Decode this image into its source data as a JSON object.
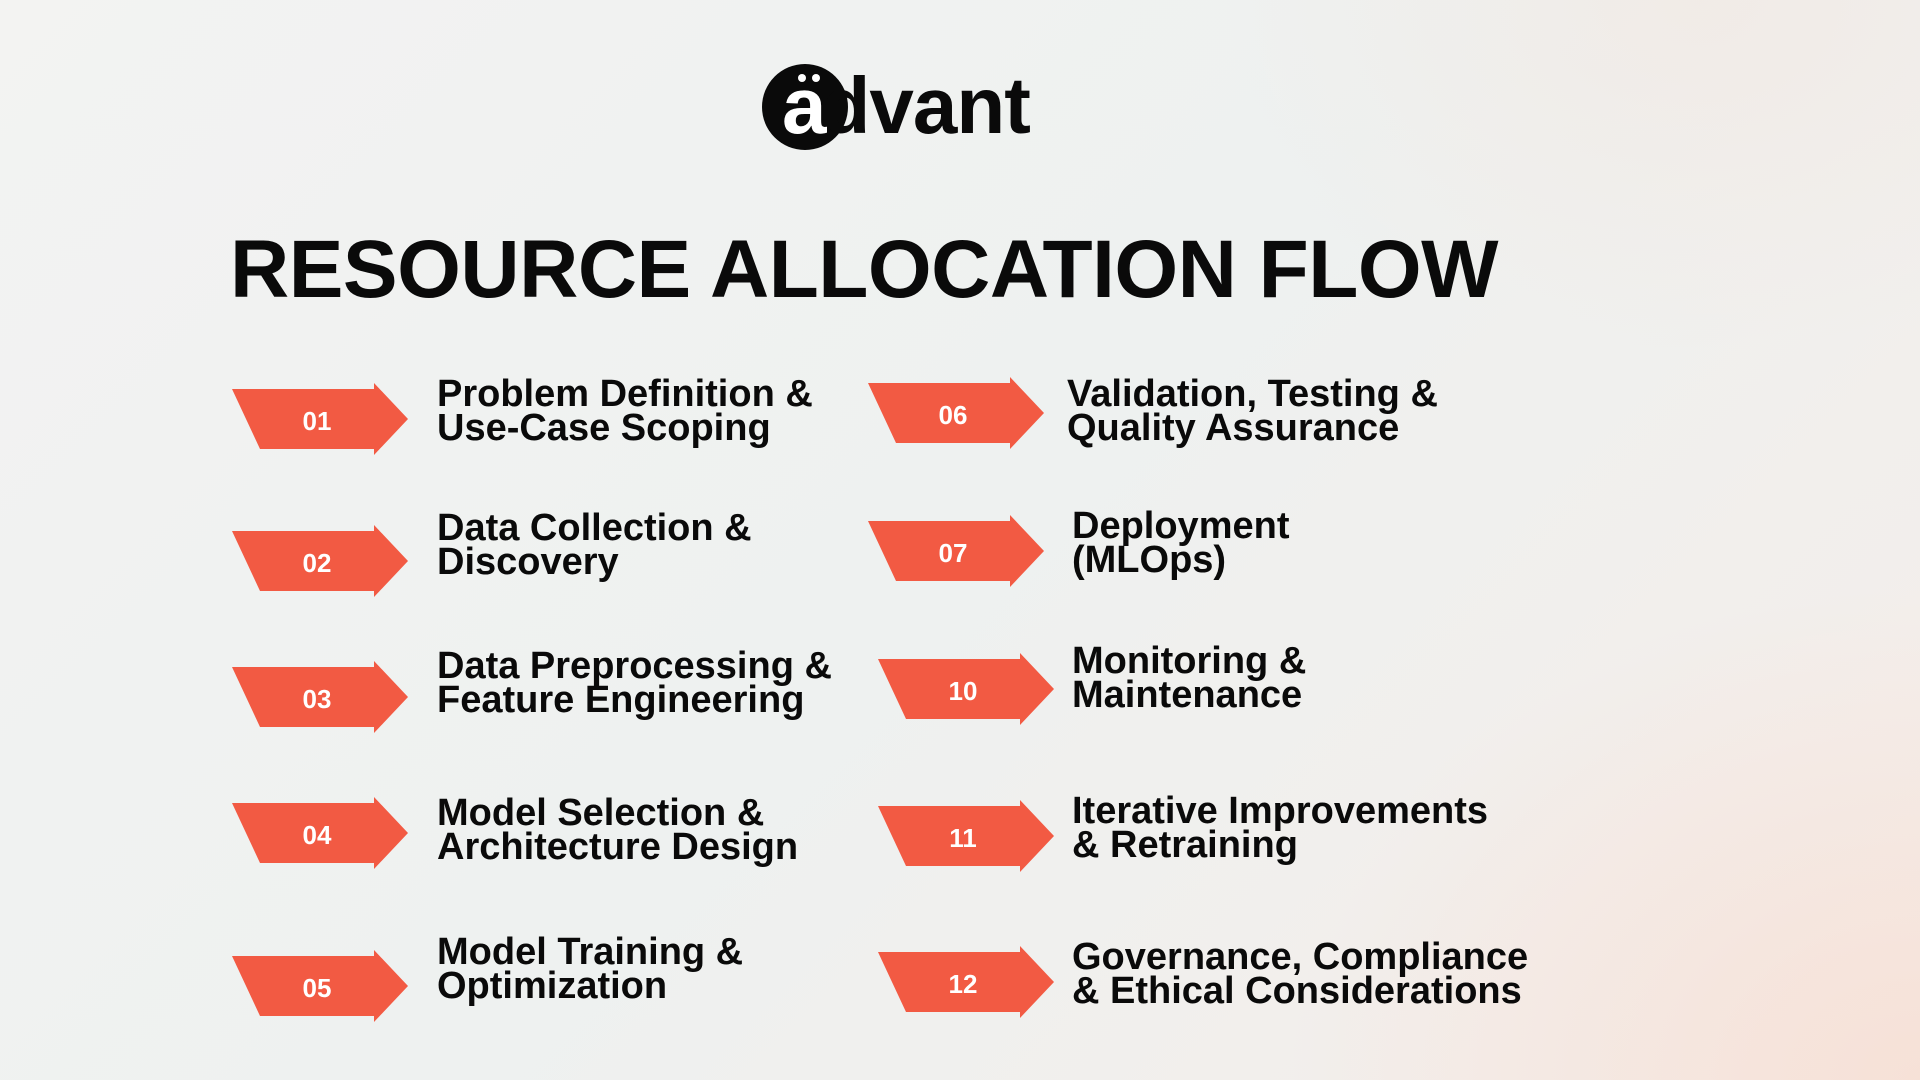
{
  "logo": {
    "first_letter": "a",
    "rest": "dvant"
  },
  "title": "RESOURCE ALLOCATION FLOW",
  "colors": {
    "arrow": "#f25a43",
    "text": "#0a0a0a"
  },
  "steps": [
    {
      "number": "01",
      "line1": "Problem Definition &",
      "line2": "Use-Case Scoping"
    },
    {
      "number": "02",
      "line1": "Data Collection &",
      "line2": "Discovery"
    },
    {
      "number": "03",
      "line1": "Data Preprocessing &",
      "line2": "Feature Engineering"
    },
    {
      "number": "04",
      "line1": "Model Selection &",
      "line2": "Architecture Design"
    },
    {
      "number": "05",
      "line1": "Model Training &",
      "line2": "Optimization"
    },
    {
      "number": "06",
      "line1": "Validation, Testing &",
      "line2": "Quality Assurance"
    },
    {
      "number": "07",
      "line1": "Deployment",
      "line2": "(MLOps)"
    },
    {
      "number": "10",
      "line1": "Monitoring &",
      "line2": "Maintenance"
    },
    {
      "number": "11",
      "line1": "Iterative Improvements",
      "line2": "& Retraining"
    },
    {
      "number": "12",
      "line1": "Governance, Compliance",
      "line2": "& Ethical Considerations"
    }
  ]
}
